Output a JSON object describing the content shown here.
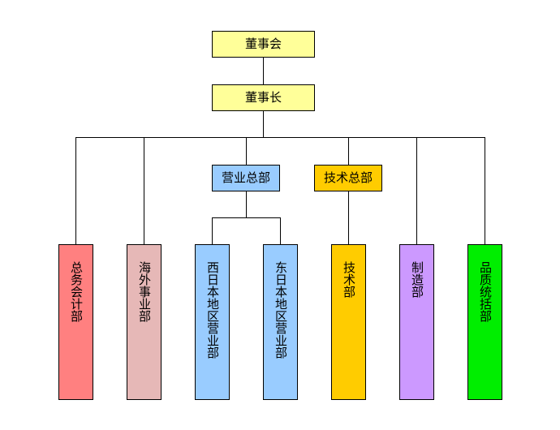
{
  "org_chart": {
    "board": {
      "label": "董事会",
      "color": "#ffff99"
    },
    "chairman": {
      "label": "董事长",
      "color": "#ffff99"
    },
    "sales_hq": {
      "label": "营业总部",
      "color": "#99ccff"
    },
    "tech_hq": {
      "label": "技术总部",
      "color": "#ffcc00"
    },
    "departments": [
      {
        "id": "accounting",
        "label": "总务会计部",
        "color": "#ff8080"
      },
      {
        "id": "overseas",
        "label": "海外事业部",
        "color": "#e6b8b7"
      },
      {
        "id": "west-japan",
        "label": "西日本地区营业部",
        "color": "#99ccff"
      },
      {
        "id": "east-japan",
        "label": "东日本地区营业部",
        "color": "#99ccff"
      },
      {
        "id": "technology",
        "label": "技术部",
        "color": "#ffcc00"
      },
      {
        "id": "manufacturing",
        "label": "制造部",
        "color": "#cc99ff"
      },
      {
        "id": "quality",
        "label": "品质统括部",
        "color": "#00ee00"
      }
    ]
  }
}
